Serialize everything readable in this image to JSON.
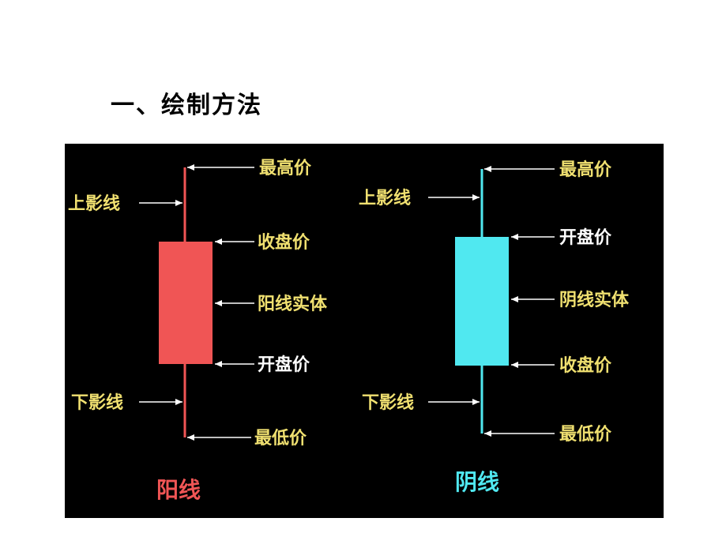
{
  "heading": "一、绘制方法",
  "colors": {
    "label": "#f0e070",
    "label_white": "#ffffff",
    "bull": "#f05555",
    "bear": "#50e8f0",
    "arrow": "#ffffff",
    "panel_bg": "#000000"
  },
  "yang": {
    "caption": "阳线",
    "high_label": "最高价",
    "upper_shadow_label": "上影线",
    "close_label": "收盘价",
    "body_label": "阳线实体",
    "open_label": "开盘价",
    "lower_shadow_label": "下影线",
    "low_label": "最低价"
  },
  "yin": {
    "caption": "阴线",
    "high_label": "最高价",
    "upper_shadow_label": "上影线",
    "open_label": "开盘价",
    "body_label": "阴线实体",
    "close_label": "收盘价",
    "lower_shadow_label": "下影线",
    "low_label": "最低价"
  }
}
